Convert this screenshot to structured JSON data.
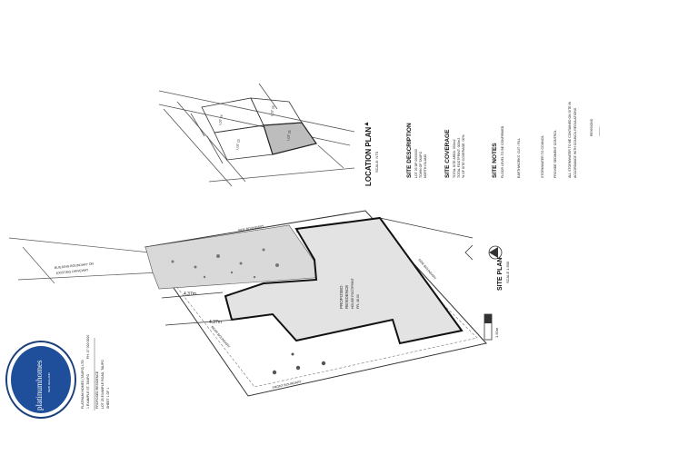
{
  "site_plan": {
    "title": "SITE PLAN",
    "scale": "SCALE 1:500",
    "residence_label": [
      "PROPOSED",
      "RESIDENCE",
      "HOUSE FOOTPRINT",
      "FFL 48.00"
    ],
    "dim_a": "4.37m",
    "dim_b": "4.37m",
    "driveway_label": [
      "BUILDING BOUNDARY ON",
      "EXISTING DRIVEWAY"
    ],
    "right_edge_label": "1.50m",
    "side_labels": [
      "SIDE BOUNDARY",
      "SIDE BOUNDARY",
      "FRONT BOUNDARY",
      "REAR BOUNDARY"
    ]
  },
  "location_plan": {
    "title": "LOCATION PLAN",
    "scale": "SCALE: NTS"
  },
  "notes": {
    "site_description_title": "SITE DESCRIPTION",
    "site_description_lines": [
      "LOT 25 DP 0000000",
      "TOWN OF TAUPO",
      "NORTH ISLAND"
    ],
    "site_coverage_title": "SITE COVERAGE",
    "site_coverage_lines": [
      "TOTAL SITE AREA: 000m2",
      "TOTAL FOOTPRINT: 000m2",
      "% OF SITE COVERAGE: 00%"
    ],
    "site_notes_title": "SITE NOTES",
    "site_notes_lines": [
      "FLOOR LEVEL TO BE CONFIRMED",
      "EARTHWORKS: CUT / FILL",
      "STORMWATER TO COUNCIL",
      "PROVIDE SEDIMENT CONTROL"
    ],
    "extra_lines": [
      "ALL STORMWATER TO BE CONTAINED ON SITE IN",
      "ACCORDANCE WITH COUNCIL REGULATIONS"
    ],
    "footer_note": "REVISIONS"
  },
  "branding": {
    "logo_text": "platinumhomes",
    "logo_sub": "NEW ZEALAND",
    "company_lines": [
      "PLATINUM HOMES (TAUPO) LTD",
      "1 EXAMPLE ST, TAUPO",
      "PH: 07 000 0000"
    ],
    "project_lines": [
      "PROPOSED RESIDENCE",
      "LOT 25 EXAMPLE ROAD, TAUPO",
      "SHEET 1 OF 1"
    ],
    "accent_color": "#2e5aa8",
    "logo_bg": "#1f4f9a"
  }
}
